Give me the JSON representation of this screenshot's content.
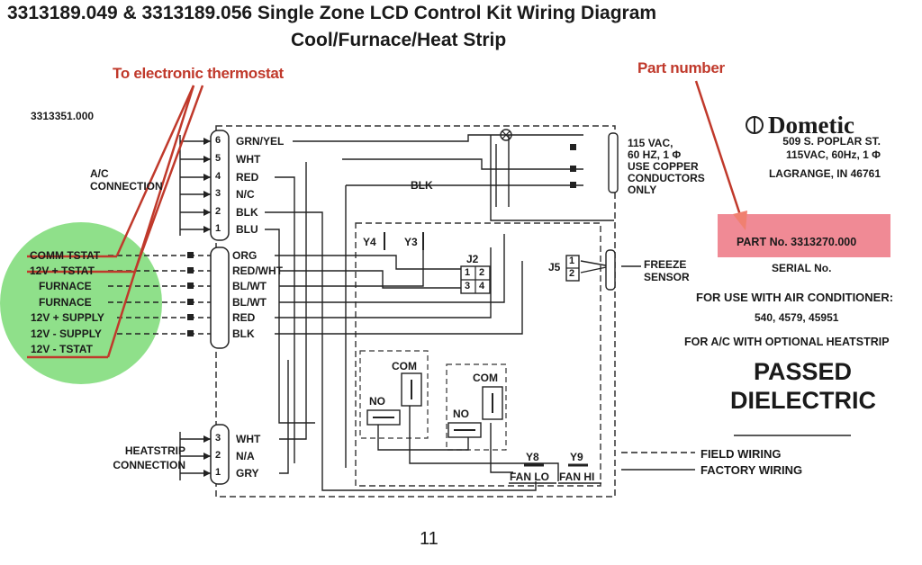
{
  "header": {
    "title": "3313189.049 & 3313189.056 Single Zone LCD Control Kit Wiring Diagram",
    "subtitle": "Cool/Furnace/Heat Strip"
  },
  "annotations": {
    "thermostat": "To electronic thermostat",
    "part_number": "Part number"
  },
  "kit_number": "3313351.000",
  "ac_connection": {
    "label": "A/C CONNECTION",
    "pins": [
      {
        "num": "6",
        "wire": "GRN/YEL"
      },
      {
        "num": "5",
        "wire": "WHT"
      },
      {
        "num": "4",
        "wire": "RED"
      },
      {
        "num": "3",
        "wire": "N/C"
      },
      {
        "num": "2",
        "wire": "BLK"
      },
      {
        "num": "1",
        "wire": "BLU"
      }
    ]
  },
  "thermostat_terminals": [
    {
      "label": "COMM TSTAT",
      "wire": "ORG"
    },
    {
      "label": "12V + TSTAT",
      "wire": "RED/WHT"
    },
    {
      "label": "FURNACE",
      "wire": "BL/WT"
    },
    {
      "label": "FURNACE",
      "wire": "BL/WT"
    },
    {
      "label": "12V + SUPPLY",
      "wire": "RED"
    },
    {
      "label": "12V - SUPPLY",
      "wire": "BLK"
    },
    {
      "label": "12V - TSTAT",
      "wire": ""
    }
  ],
  "heatstrip_connection": {
    "label": "HEATSTRIP CONNECTION",
    "pins": [
      {
        "num": "3",
        "wire": "WHT"
      },
      {
        "num": "2",
        "wire": "N/A"
      },
      {
        "num": "1",
        "wire": "GRY"
      }
    ]
  },
  "power": {
    "blk_label": "BLK",
    "lines": [
      "115 VAC,",
      "60 HZ, 1 Φ",
      "USE COPPER",
      "CONDUCTORS",
      "ONLY"
    ]
  },
  "board": {
    "relays": [
      "Y4",
      "Y3"
    ],
    "j2": {
      "label": "J2",
      "pins": [
        "1",
        "2",
        "3",
        "4"
      ]
    },
    "j5": {
      "label": "J5",
      "pins": [
        "1",
        "2"
      ]
    },
    "freeze_sensor": [
      "FREEZE",
      "SENSOR"
    ],
    "com": "COM",
    "no": "NO",
    "y8": "Y8",
    "y9": "Y9",
    "fan_lo": "FAN LO",
    "fan_hi": "FAN HI"
  },
  "dometic": {
    "brand": "Dometic",
    "address": [
      "509 S. POPLAR ST.",
      "115VAC, 60Hz, 1 Φ",
      "LAGRANGE, IN 46761"
    ]
  },
  "part_no": "PART No. 3313270.000",
  "serial": "SERIAL No.",
  "use_with": [
    "FOR USE WITH AIR CONDITIONER:",
    "540, 4579, 45951"
  ],
  "optional": "FOR A/C WITH OPTIONAL HEATSTRIP",
  "passed": [
    "PASSED",
    "DIELECTRIC"
  ],
  "legend": {
    "field": "FIELD WIRING",
    "factory": "FACTORY WIRING"
  },
  "page_number": "11",
  "colors": {
    "annotation": "#c0392b",
    "highlight_green": "#8fe08a",
    "part_highlight": "#f08a95"
  }
}
